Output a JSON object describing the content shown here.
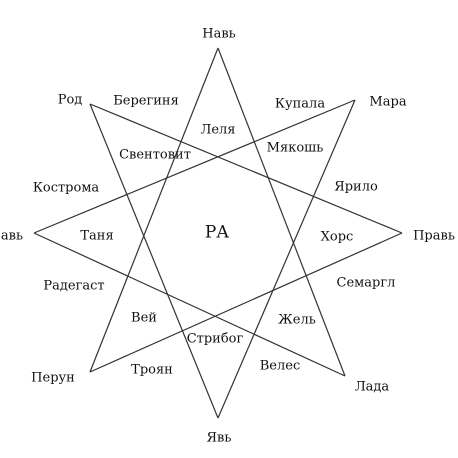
{
  "diagram": {
    "line_color": "#333333",
    "text_color": "#111111",
    "background": "#ffffff",
    "outer_points": {
      "top": "Навь",
      "top_right": "Мара",
      "right": "Правь",
      "bottom_right": "Лада",
      "bottom": "Явь",
      "bottom_left": "Перун",
      "left": "авь",
      "top_left": "Род"
    },
    "center": "РА",
    "labels": {
      "beregina": "Берегиня",
      "kupala": "Купала",
      "lelya": "Леля",
      "sventovit": "Свентовит",
      "myakosh": "Мякошь",
      "kostroma": "Кострома",
      "yarilo": "Ярило",
      "tanya": "Таня",
      "hors": "Хорс",
      "radegast": "Радегаст",
      "semargl": "Семаргл",
      "vey": "Вей",
      "zhel": "Жель",
      "stribog": "Стрибог",
      "troyan": "Троян",
      "veles": "Велес"
    }
  }
}
